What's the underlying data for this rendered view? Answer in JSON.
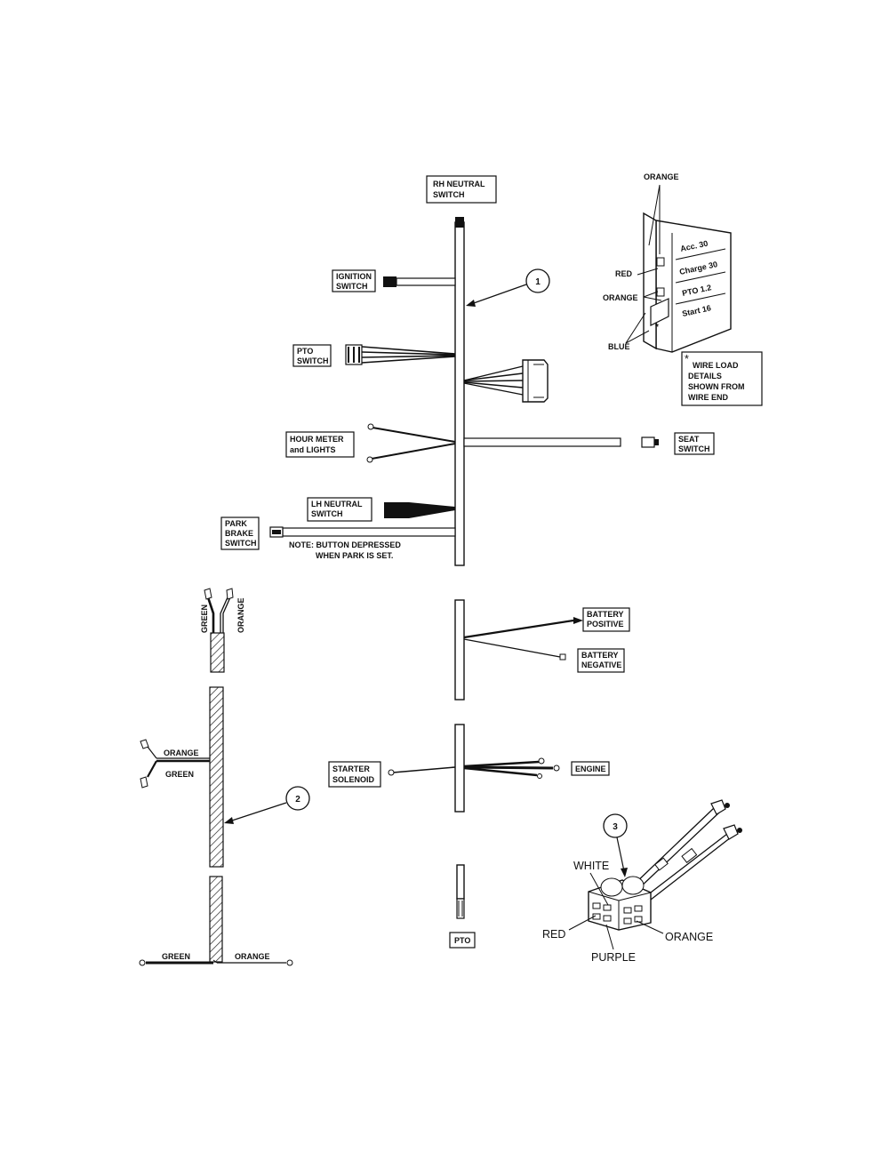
{
  "labels": {
    "rh_neutral_l1": "RH NEUTRAL",
    "rh_neutral_l2": "SWITCH",
    "ignition_l1": "IGNITION",
    "ignition_l2": "SWITCH",
    "pto_switch_l1": "PTO",
    "pto_switch_l2": "SWITCH",
    "hour_meter_l1": "HOUR METER",
    "hour_meter_l2": "and LIGHTS",
    "seat_l1": "SEAT",
    "seat_l2": "SWITCH",
    "lh_neutral_l1": "LH NEUTRAL",
    "lh_neutral_l2": "SWITCH",
    "park_brake_l1": "PARK",
    "park_brake_l2": "BRAKE",
    "park_brake_l3": "SWITCH",
    "note_l1": "NOTE: BUTTON DEPRESSED",
    "note_l2": "WHEN PARK IS SET.",
    "battery_pos_l1": "BATTERY",
    "battery_pos_l2": "POSITIVE",
    "battery_neg_l1": "BATTERY",
    "battery_neg_l2": "NEGATIVE",
    "starter_l1": "STARTER",
    "starter_l2": "SOLENOID",
    "engine": "ENGINE",
    "pto": "PTO"
  },
  "callouts": {
    "c1": "1",
    "c2": "2",
    "c3": "3"
  },
  "switch_detail": {
    "orange_top": "ORANGE",
    "red": "RED",
    "orange_mid": "ORANGE",
    "blue": "BLUE",
    "star": "*",
    "acc": "Acc. 30",
    "charge": "Charge 30",
    "pto": "PTO 1.2",
    "start": "Start 16",
    "note_star": "*",
    "note_l1": "WIRE LOAD",
    "note_l2": "DETAILS",
    "note_l3": "SHOWN FROM",
    "note_l4": "WIRE END"
  },
  "lead_wires": {
    "green_top": "GREEN",
    "orange_top": "ORANGE",
    "orange_mid": "ORANGE",
    "green_mid": "GREEN",
    "green_bottom": "GREEN",
    "orange_bottom": "ORANGE"
  },
  "connector_detail": {
    "white": "WHITE",
    "red": "RED",
    "orange": "ORANGE",
    "purple": "PURPLE"
  }
}
